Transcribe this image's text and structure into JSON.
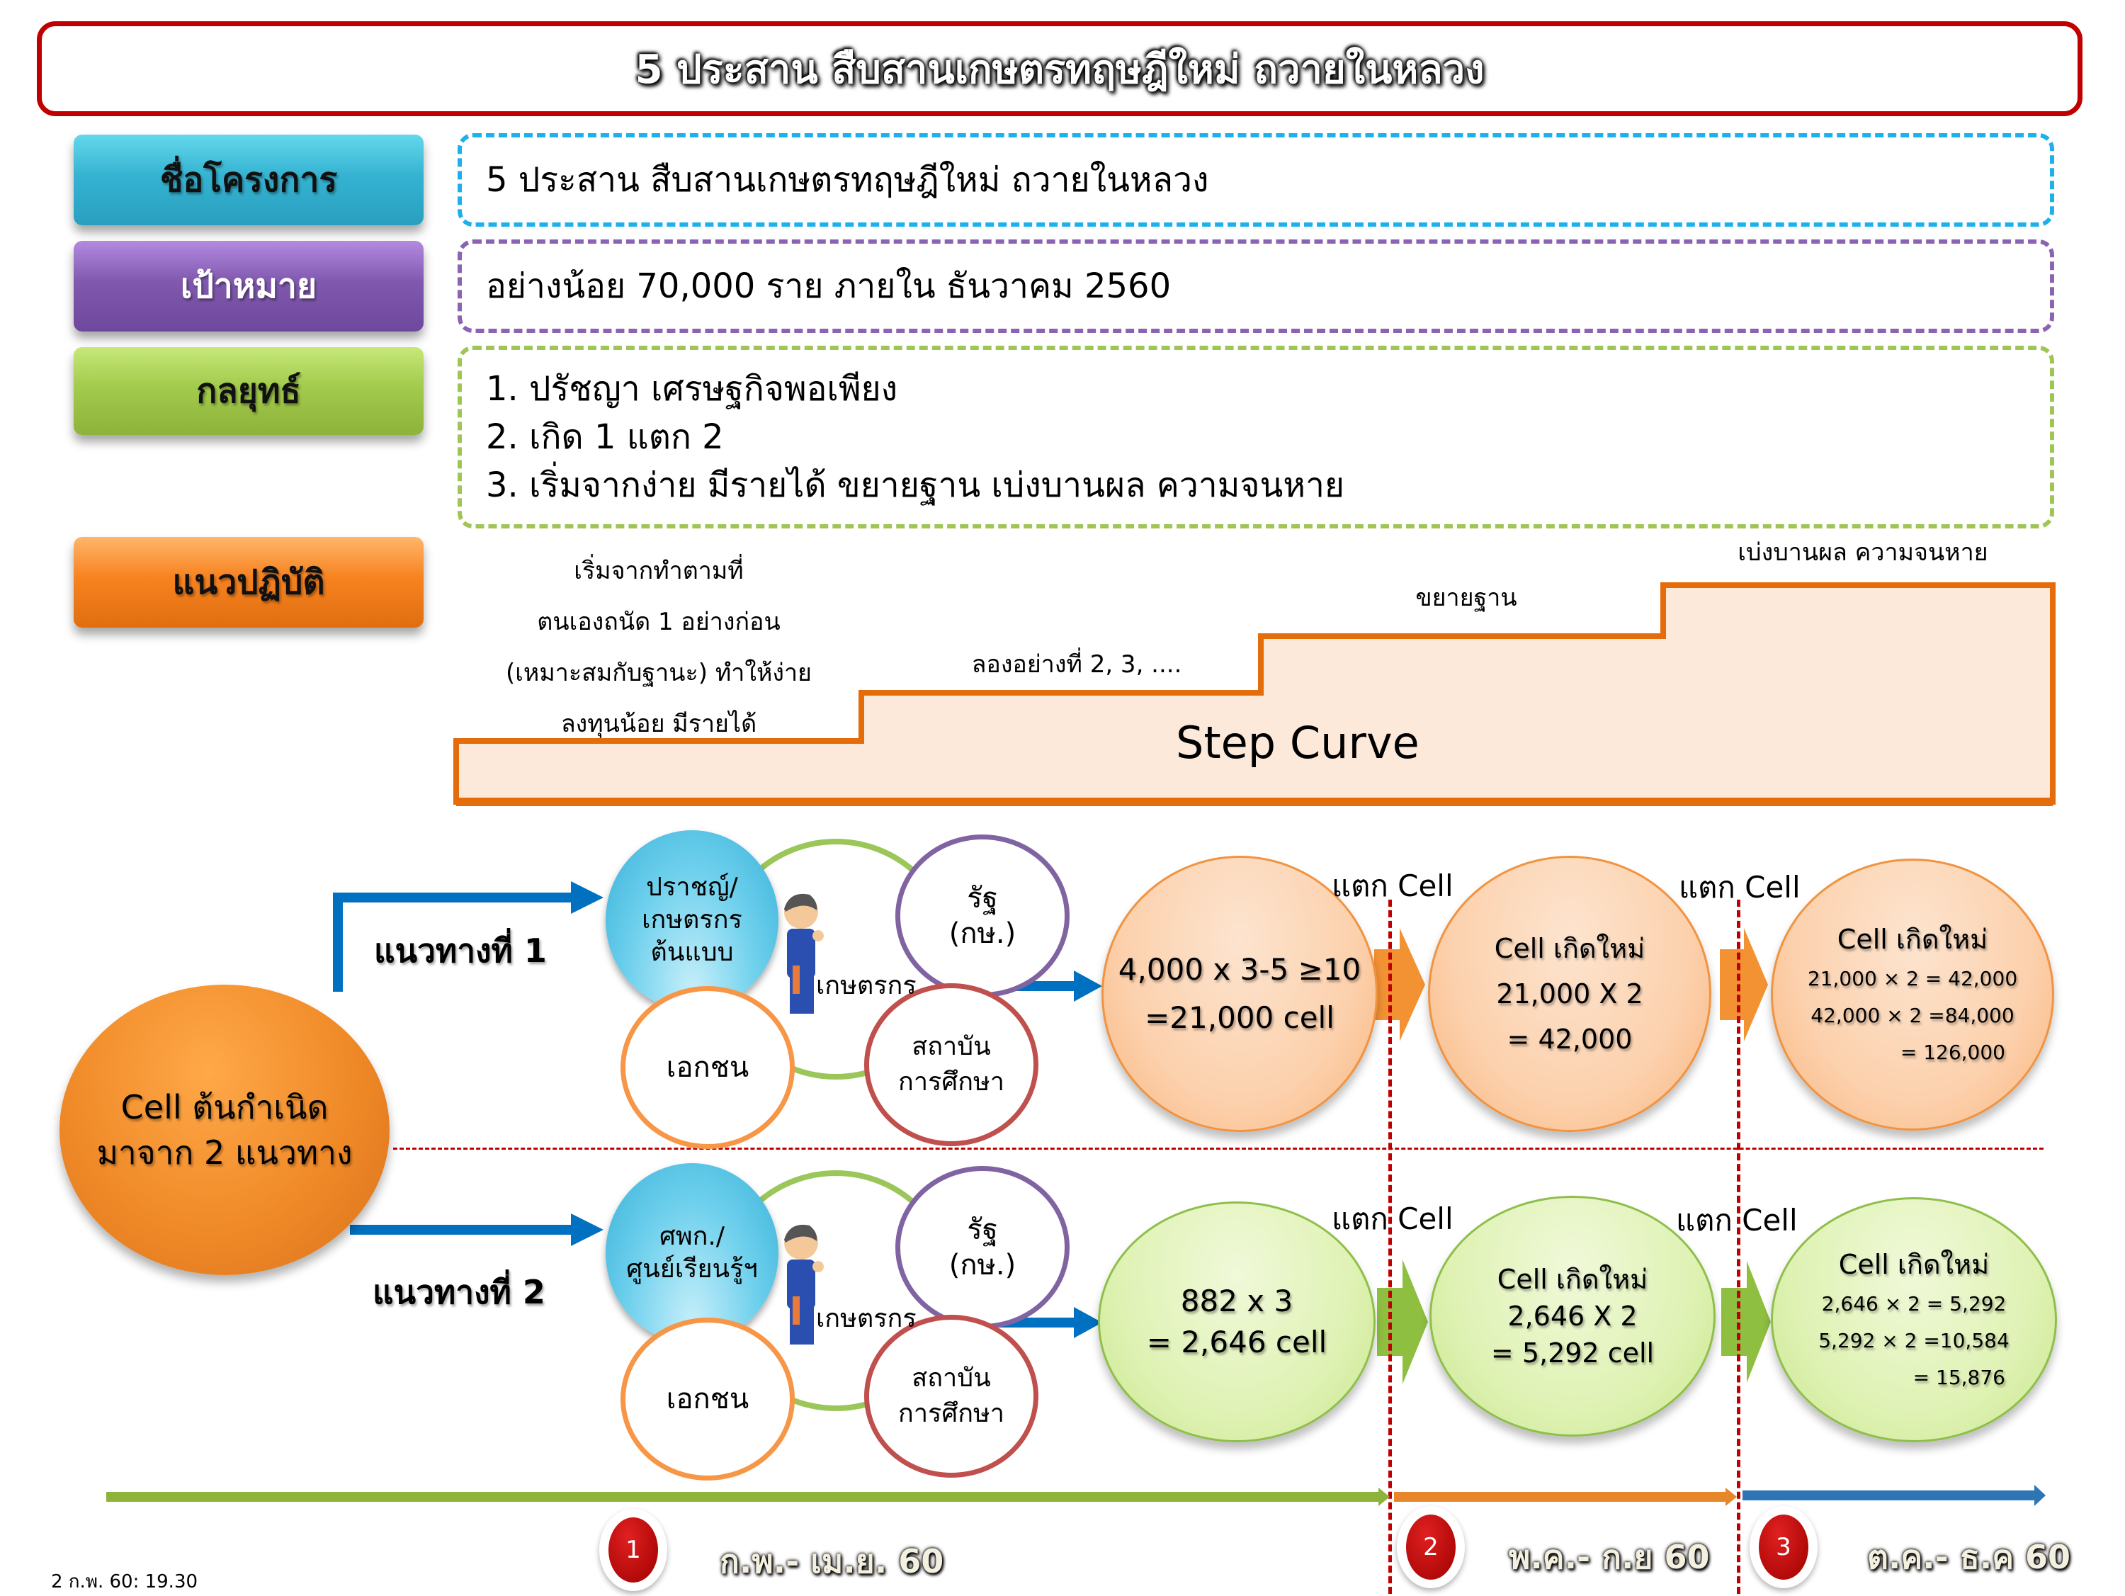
{
  "title": "5 ประสาน สืบสานเกษตรทฤษฎีใหม่ ถวายในหลวง",
  "rows": {
    "project_name": {
      "label": "ชื่อโครงการ",
      "value": "5 ประสาน สืบสานเกษตรทฤษฎีใหม่ ถวายในหลวง"
    },
    "target": {
      "label": "เป้าหมาย",
      "value": "อย่างน้อย 70,000 ราย ภายใน ธันวาคม 2560"
    },
    "strategy": {
      "label": "กลยุทธ์",
      "items": [
        "1. ปรัชญา เศรษฐกิจพอเพียง",
        "2. เกิด 1 แตก 2",
        "3. เริ่มจากง่าย  มีรายได้  ขยายฐาน เบ่งบานผล  ความจนหาย"
      ]
    },
    "practice": {
      "label": "แนวปฏิบัติ"
    }
  },
  "step_curve": {
    "title": "Step Curve",
    "steps": [
      {
        "lines": [
          "เริ่มจากทำตามที่",
          "ตนเองถนัด 1 อย่างก่อน",
          "(เหมาะสมกับฐานะ) ทำให้ง่าย",
          "ลงทุนน้อย มีรายได้"
        ]
      },
      {
        "lines": [
          "ลองอย่างที่ 2, 3, ...."
        ]
      },
      {
        "lines": [
          "ขยายฐาน"
        ]
      },
      {
        "lines": [
          "เบ่งบานผล ความจนหาย"
        ]
      }
    ]
  },
  "origin": {
    "lines": [
      "Cell ต้นกำเนิด",
      "มาจาก 2 แนวทาง"
    ]
  },
  "paths": [
    {
      "label": "แนวทางที่ 1",
      "hub": [
        "ปราชญ์/",
        "เกษตรกร",
        "ต้นแบบ"
      ],
      "farmer_label": "เกษตรกร",
      "partners": {
        "state": [
          "รัฐ",
          "(กษ.)"
        ],
        "private": [
          "เอกชน"
        ],
        "education": [
          "สถาบัน",
          "การศึกษา"
        ]
      },
      "split_label": "แตก Cell",
      "results": [
        {
          "lines": [
            "4,000 x 3-5 ≥10",
            "=21,000 cell"
          ]
        },
        {
          "lines": [
            "Cell เกิดใหม่",
            "21,000 X 2",
            "= 42,000"
          ]
        },
        {
          "title": "Cell เกิดใหม่",
          "lines": [
            "21,000 × 2 = 42,000",
            "42,000 × 2 =84,000",
            "= 126,000"
          ]
        }
      ]
    },
    {
      "label": "แนวทางที่ 2",
      "hub": [
        "ศพก./",
        "ศูนย์เรียนรู้ฯ"
      ],
      "farmer_label": "เกษตรกร",
      "partners": {
        "state": [
          "รัฐ",
          "(กษ.)"
        ],
        "private": [
          "เอกชน"
        ],
        "education": [
          "สถาบัน",
          "การศึกษา"
        ]
      },
      "split_label": "แตก Cell",
      "results": [
        {
          "lines": [
            "882 x 3",
            "= 2,646 cell"
          ]
        },
        {
          "lines": [
            "Cell เกิดใหม่",
            "2,646 X 2",
            "= 5,292 cell"
          ]
        },
        {
          "title": "Cell เกิดใหม่",
          "lines": [
            "2,646 × 2 = 5,292",
            "5,292 × 2 =10,584",
            "= 15,876"
          ]
        }
      ]
    }
  ],
  "timeline": [
    {
      "number": "1",
      "period": "ก.พ.- เม.ย. 60",
      "color": "#8db33a"
    },
    {
      "number": "2",
      "period": "พ.ค.- ก.ย 60",
      "color": "#e8862a"
    },
    {
      "number": "3",
      "period": "ต.ค.- ธ.ค 60",
      "color": "#2e75b6"
    }
  ],
  "footer_note": "2 ก.พ. 60: 19.30",
  "colors": {
    "title_border": "#c00000",
    "arrow_blue": "#0070c0",
    "split_line": "#c00000"
  }
}
